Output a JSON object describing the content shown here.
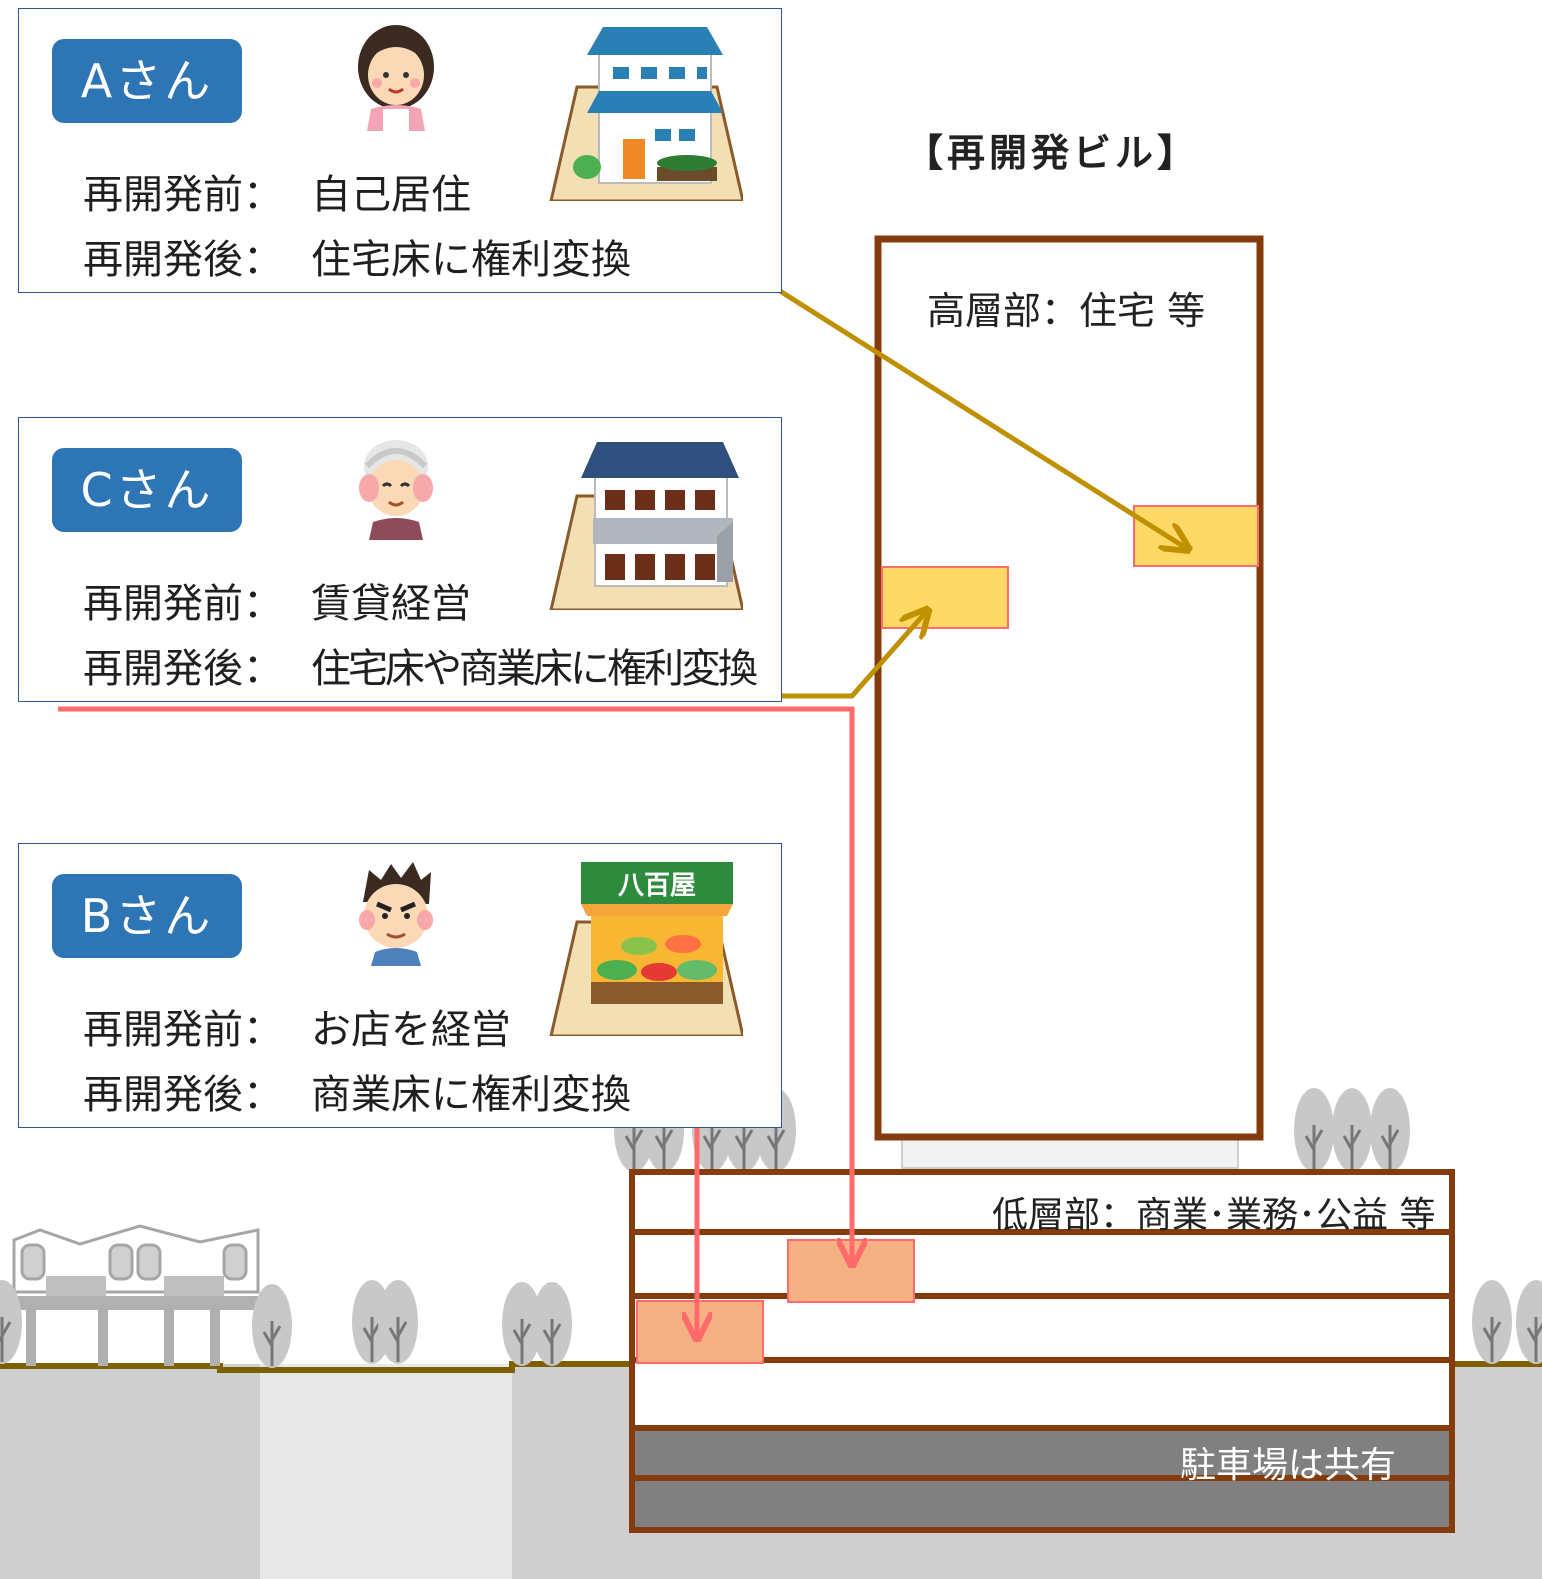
{
  "building": {
    "title": "【再開発ビル】",
    "upper_label": "高層部：住宅 等",
    "lower_label": "低層部：商業･業務･公益 等",
    "parking_label": "駐車場は共有"
  },
  "persons": [
    {
      "name": "Aさん",
      "before_label": "再開発前：",
      "before_value": "自己居住",
      "after_label": "再開発後：",
      "after_value": "住宅床に権利変換"
    },
    {
      "name": "Cさん",
      "before_label": "再開発前：",
      "before_value": "賃貸経営",
      "after_label": "再開発後：",
      "after_value": "住宅床や商業床に権利変換"
    },
    {
      "name": "Bさん",
      "before_label": "再開発前：",
      "before_value": "お店を経営",
      "after_label": "再開発後：",
      "after_value": "商業床に権利変換",
      "shop_sign": "八百屋"
    }
  ],
  "colors": {
    "residential_line": "#bf9000",
    "commercial_line": "#ff6b6b",
    "residential_unit": "#ffd966",
    "commercial_unit": "#f4b183",
    "building_frame": "#843c0c",
    "badge": "#2e75b6"
  }
}
